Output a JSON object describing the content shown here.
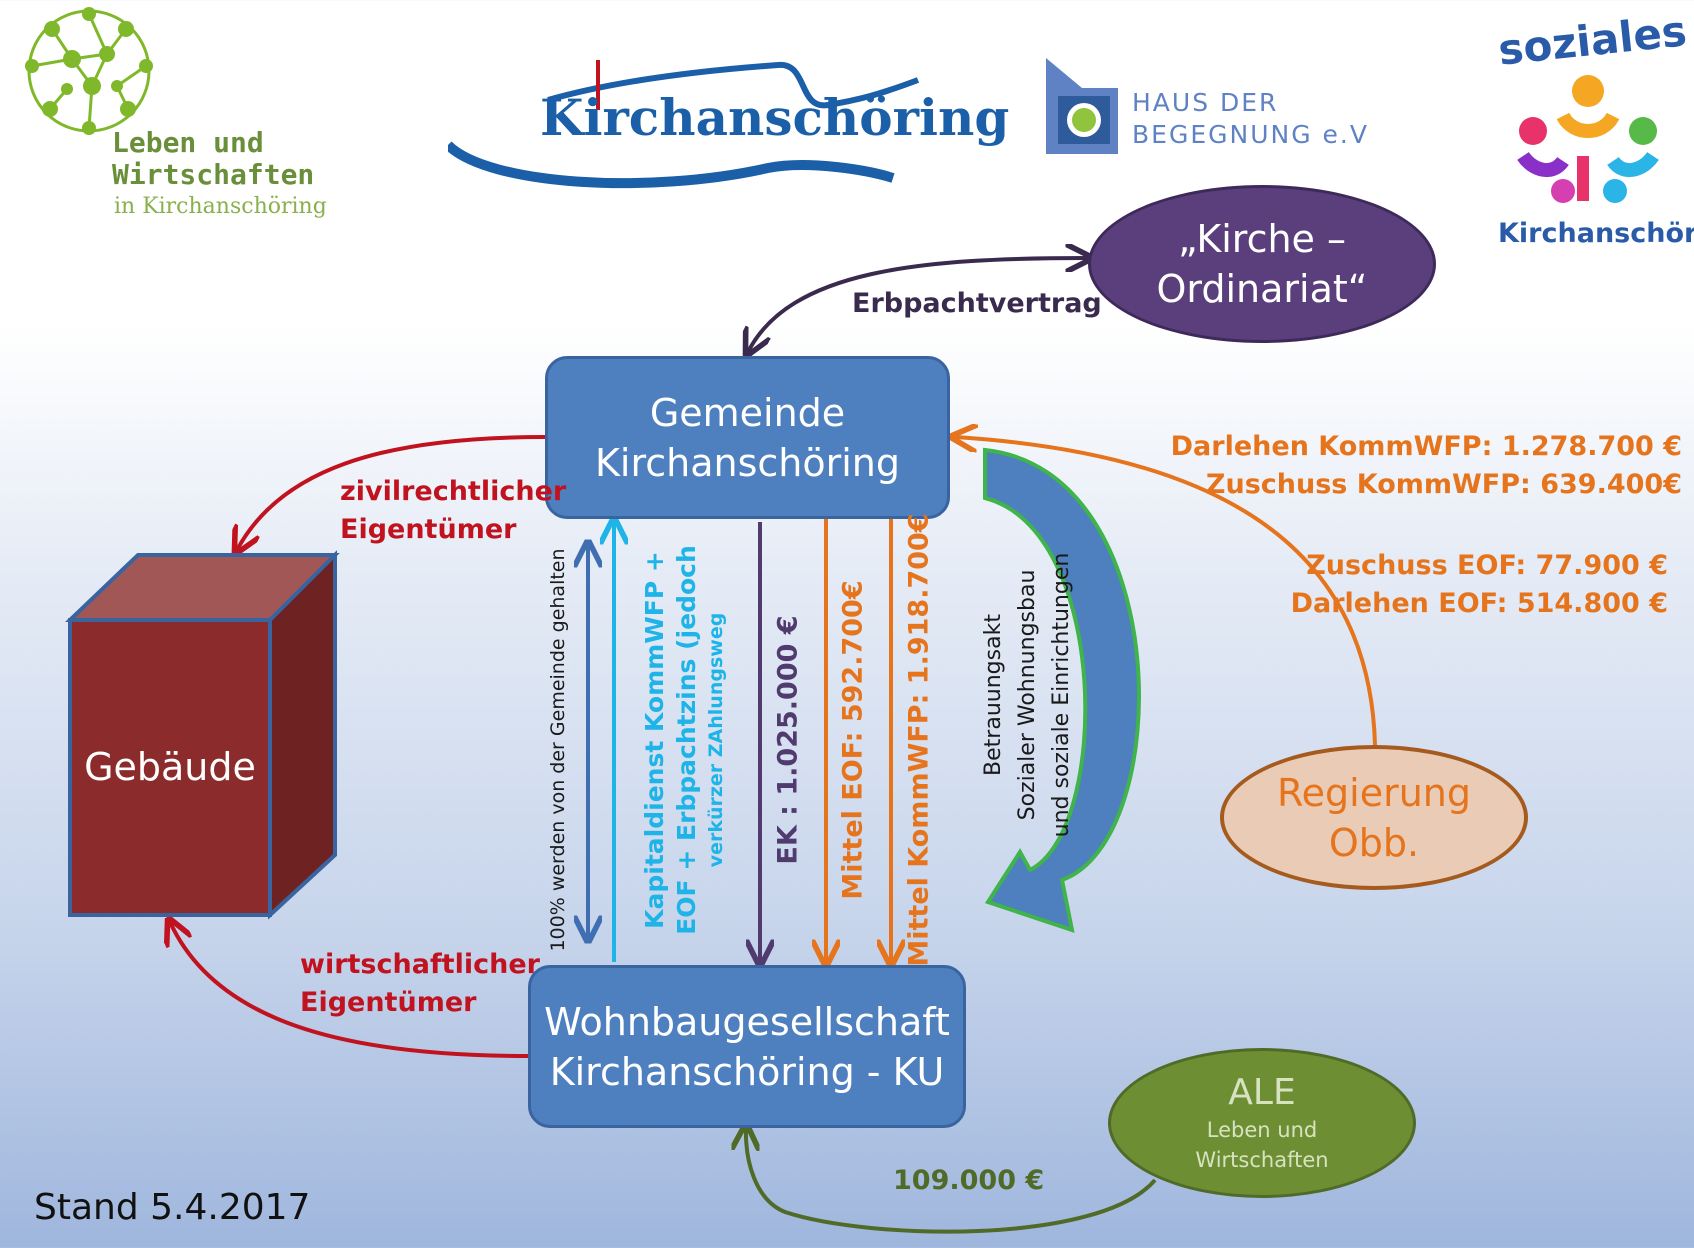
{
  "logos": {
    "leben": {
      "line1": "Leben und",
      "line2": "Wirtschaften",
      "line3": "in Kirchanschöring"
    },
    "kirchanschoring": {
      "text": "Kirchanschöring"
    },
    "haus": {
      "line1": "HAUS DER",
      "line2": "BEGEGNUNG e.V"
    },
    "soziales": {
      "top": "soziales",
      "bottom": "Kirchanschöring"
    }
  },
  "nodes": {
    "kirche": {
      "line1": "„Kirche –",
      "line2": "Ordinariat“"
    },
    "gemeinde": {
      "line1": "Gemeinde",
      "line2": "Kirchanschöring"
    },
    "gebaeude": {
      "label": "Gebäude"
    },
    "wohnbau": {
      "line1": "Wohnbaugesellschaft",
      "line2": "Kirchanschöring - KU"
    },
    "regierung": {
      "line1": "Regierung",
      "line2": "Obb."
    },
    "ale": {
      "title": "ALE",
      "line1": "Leben und",
      "line2": "Wirtschaften"
    }
  },
  "edges": {
    "erbpacht": "Erbpachtvertrag",
    "zivil": {
      "line1": "zivilrechtlicher",
      "line2": "Eigentümer"
    },
    "wirtschaft": {
      "line1": "wirtschaftlicher",
      "line2": "Eigentümer"
    },
    "gehalten": "100% werden von der Gemeinde gehalten",
    "kapital": {
      "line1": "Kapitaldienst  KommWFP +",
      "line2": "EOF + Erbpachtzins (jedoch",
      "line3": "verkürzer ZAhlungsweg"
    },
    "ek": "EK : 1.025.000 €",
    "eof": "Mittel EOF: 592.700€",
    "kommwfp": "Mittel KommWFP: 1.918.700€",
    "betrauung": {
      "line1": "Betrauungsakt",
      "line2": "Sozialer Wohnungsbau",
      "line3": "und soziale Einrichtungen"
    },
    "ale_amount": "109.000 €"
  },
  "funding": {
    "darlehen_kommwfp": "Darlehen KommWFP: 1.278.700 €",
    "zuschuss_kommwfp": "Zuschuss KommWFP: 639.400€",
    "zuschuss_eof": "Zuschuss EOF: 77.900 €",
    "darlehen_eof": "Darlehen EOF: 514.800 €"
  },
  "footer": {
    "stand": "Stand 5.4.2017"
  },
  "colors": {
    "box_blue": "#4e7fbe",
    "kirche_purple": "#5b3f7d",
    "gebaeude_red": "#8b2b2b",
    "regierung_orange": "#e6741c",
    "ale_green": "#6e8e34",
    "label_red": "#c0131f",
    "label_light_blue": "#1fb4e8",
    "ek_purple": "#503a6e"
  }
}
